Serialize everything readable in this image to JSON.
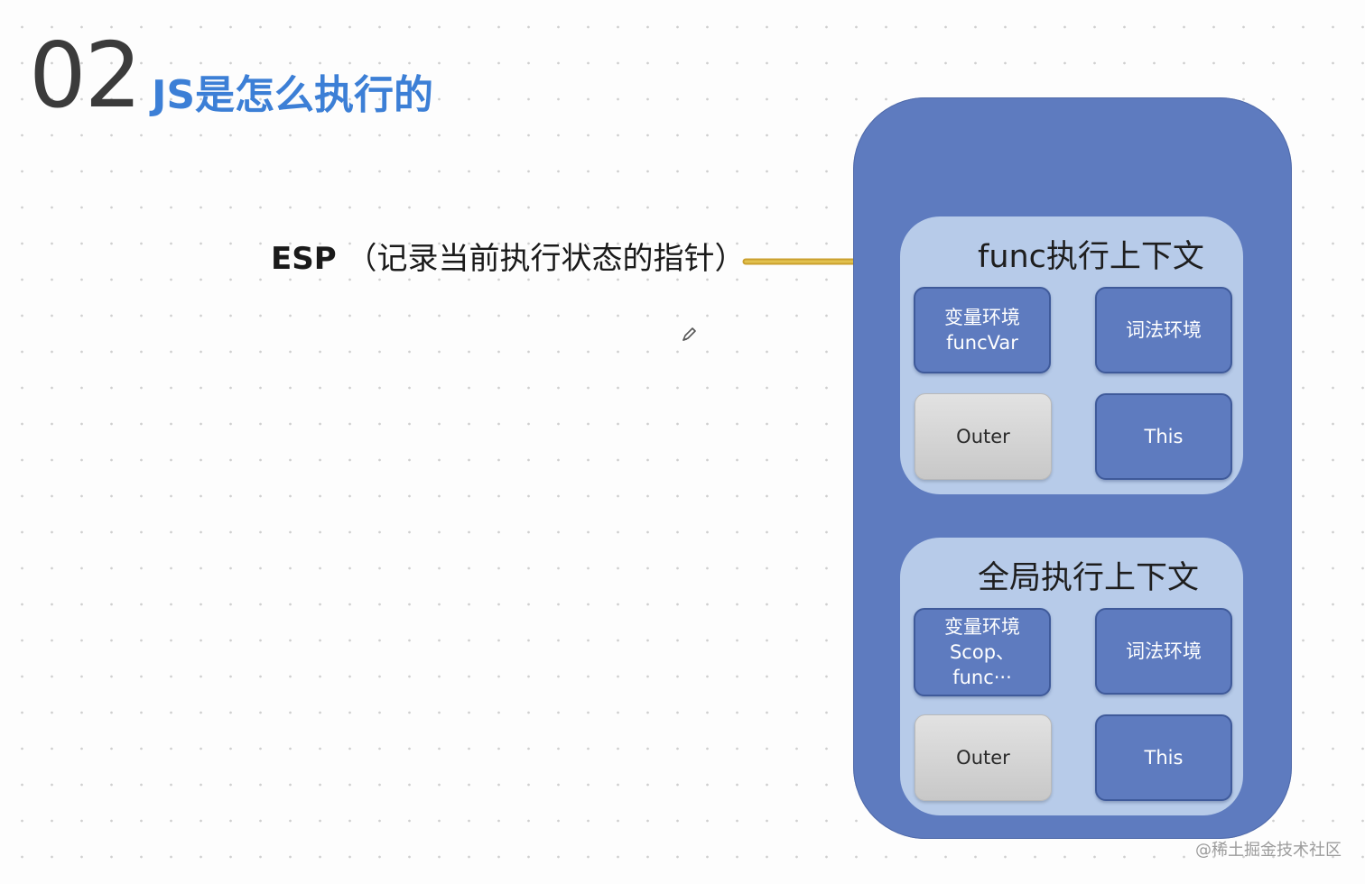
{
  "slide": {
    "number": "02",
    "title": "JS是怎么执行的"
  },
  "esp": {
    "name": "ESP",
    "description": "（记录当前执行状态的指针）"
  },
  "colors": {
    "title": "#3c7fd6",
    "stack": "#5e7bbf",
    "context_frame": "#b7cbe9",
    "arrow": "#d9b43a",
    "outer_cell": "#d6d6d6"
  },
  "icons": {
    "pencil": "pencil-icon"
  },
  "func_context": {
    "title": "func执行上下文",
    "variable_env": [
      "变量环境",
      "funcVar"
    ],
    "lexical_env": "词法环境",
    "outer": "Outer",
    "this": "This"
  },
  "global_context": {
    "title": "全局执行上下文",
    "variable_env": [
      "变量环境",
      "Scop、",
      "func···"
    ],
    "lexical_env": "词法环境",
    "outer": "Outer",
    "this": "This"
  },
  "watermark": "@稀土掘金技术社区"
}
